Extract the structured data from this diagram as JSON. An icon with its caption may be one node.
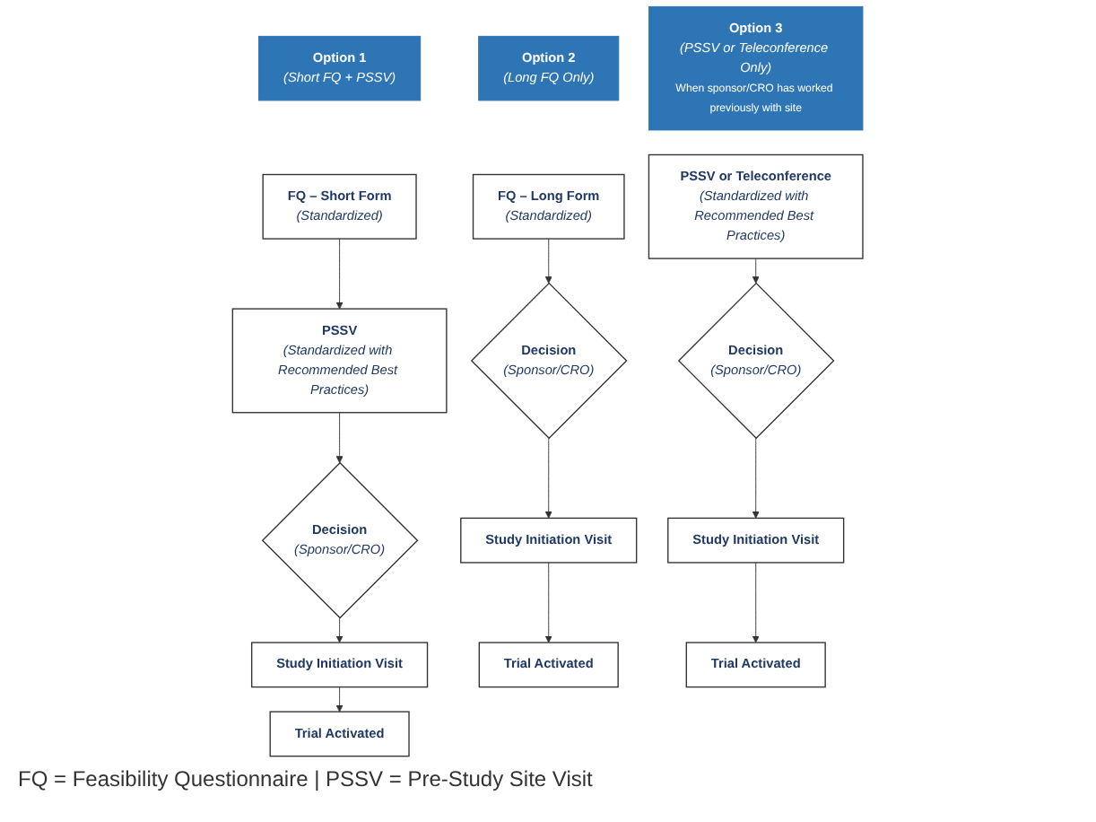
{
  "diagram": {
    "nodes": [
      {
        "text": [
          "Option 1",
          "(Short FQ + PSSV)"
        ]
      },
      {
        "text": [
          "FQ – Short Form",
          "(Standardized)"
        ]
      },
      {
        "text": [
          "PSSV",
          "(Standardized with Recommended Best Practices)"
        ]
      },
      {
        "text": [
          "Decision",
          "(Sponsor/CRO)"
        ]
      },
      {
        "text": [
          "Study Initiation Visit"
        ]
      },
      {
        "text": [
          "Trial Activated"
        ]
      },
      {
        "text": [
          "Option 2",
          "(Long FQ Only)"
        ]
      },
      {
        "text": [
          "FQ – Long Form",
          "(Standardized)"
        ]
      },
      {
        "text": [
          "Decision",
          "(Sponsor/CRO)"
        ]
      },
      {
        "text": [
          "Study Initiation Visit"
        ]
      },
      {
        "text": [
          "Trial Activated"
        ]
      },
      {
        "text": [
          "Option 3",
          "(PSSV or Teleconference Only)",
          "When sponsor/CRO has worked previously with site"
        ]
      },
      {
        "text": [
          "PSSV or Teleconference",
          "(Standardized with Recommended Best Practices)"
        ]
      },
      {
        "text": [
          "Decision",
          "(Sponsor/CRO)"
        ]
      },
      {
        "text": [
          "Study Initiation Visit"
        ]
      },
      {
        "text": [
          "Trial Activated"
        ]
      }
    ],
    "edges": [
      {
        "from": 1,
        "to": 2,
        "arrow": "to"
      },
      {
        "from": 2,
        "to": 3,
        "arrow": "to"
      },
      {
        "from": 3,
        "to": 4,
        "arrow": "to"
      },
      {
        "from": 4,
        "to": 5,
        "arrow": "to"
      },
      {
        "from": 7,
        "to": 8,
        "arrow": "to"
      },
      {
        "from": 8,
        "to": 9,
        "arrow": "to"
      },
      {
        "from": 9,
        "to": 10,
        "arrow": "to"
      },
      {
        "from": 12,
        "to": 13,
        "arrow": "to"
      },
      {
        "from": 13,
        "to": 14,
        "arrow": "to"
      },
      {
        "from": 14,
        "to": 15,
        "arrow": "to"
      }
    ],
    "labels": [
      "FQ = Feasibility Questionnaire | PSSV = Pre-Study Site Visit"
    ]
  }
}
